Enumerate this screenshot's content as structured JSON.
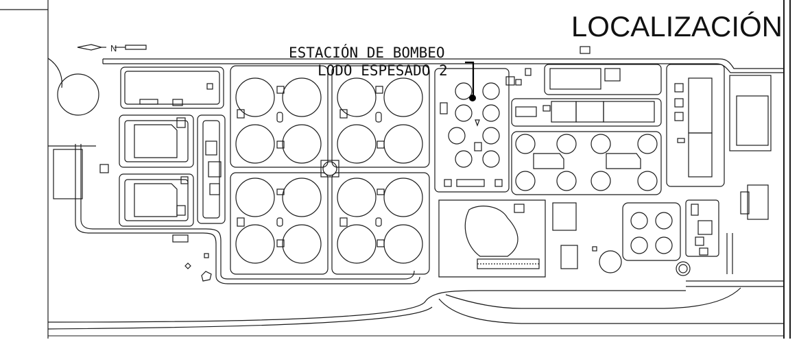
{
  "map": {
    "title": "LOCALIZACIÓN",
    "north_label": "N",
    "callout": {
      "line1": "ESTACIÓN DE BOMBEO",
      "line2": "LODO ESPESADO 2"
    },
    "colors": {
      "line": "#1a1a1a",
      "background": "#ffffff",
      "marker": "#000000"
    }
  }
}
